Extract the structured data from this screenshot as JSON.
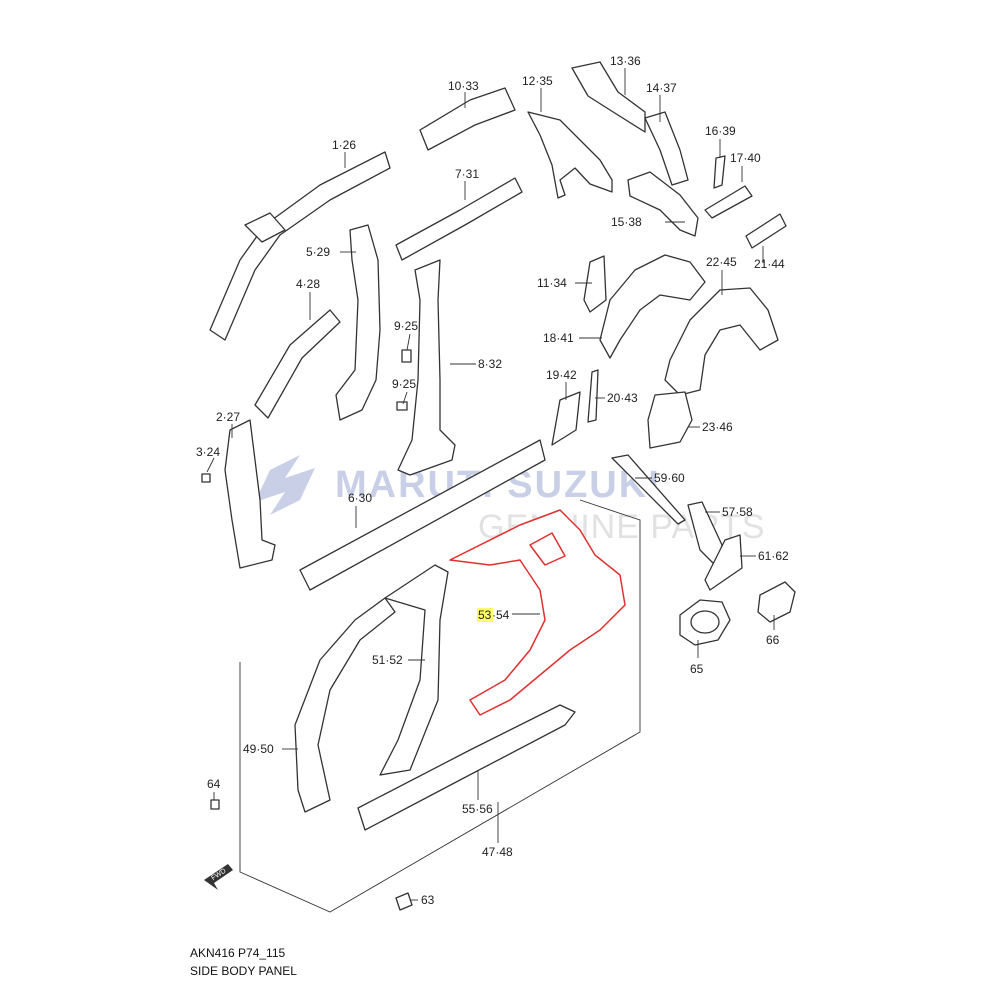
{
  "watermark": {
    "brand": "MARUTI SUZUKI",
    "sub": "GENUINE PARTS",
    "brand_color": "#c9cfe6"
  },
  "highlight": {
    "color": "#ffff66",
    "outline_color": "#e03030"
  },
  "labels": {
    "l1_26": "1·26",
    "l2_27": "2·27",
    "l3_24": "3·24",
    "l4_28": "4·28",
    "l5_29": "5·29",
    "l6_30": "6·30",
    "l7_31": "7·31",
    "l8_32": "8·32",
    "l9_25a": "9·25",
    "l9_25b": "9·25",
    "l10_33": "10·33",
    "l11_34": "11·34",
    "l12_35": "12·35",
    "l13_36": "13·36",
    "l14_37": "14·37",
    "l15_38": "15·38",
    "l16_39": "16·39",
    "l17_40": "17·40",
    "l18_41": "18·41",
    "l19_42": "19·42",
    "l20_43": "20·43",
    "l21_44": "21·44",
    "l22_45": "22·45",
    "l23_46": "23·46",
    "l47_48": "47·48",
    "l49_50": "49·50",
    "l51_52": "51·52",
    "l53_54_a": "53",
    "l53_54_b": "·54",
    "l55_56": "55·56",
    "l57_58": "57·58",
    "l59_60": "59·60",
    "l61_62": "61·62",
    "l63": "63",
    "l64": "64",
    "l65": "65",
    "l66": "66"
  },
  "fwd_arrow": "FWD",
  "footer": {
    "code": "AKN416 P74_115",
    "title": "SIDE BODY PANEL"
  }
}
